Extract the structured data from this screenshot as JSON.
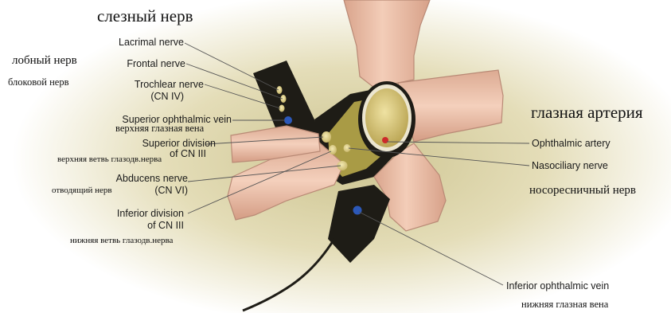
{
  "labels_en": {
    "lacrimal_nerve": "Lacrimal nerve",
    "frontal_nerve": "Frontal nerve",
    "trochlear_nerve_l1": "Trochlear nerve",
    "trochlear_nerve_l2": "(CN IV)",
    "superior_ophthalmic_vein": "Superior ophthalmic vein",
    "superior_division_l1": "Superior division",
    "superior_division_l2": "of CN III",
    "abducens_nerve_l1": "Abducens nerve",
    "abducens_nerve_l2": "(CN VI)",
    "inferior_division_l1": "Inferior division",
    "inferior_division_l2": "of CN III",
    "ophthalmic_artery": "Ophthalmic artery",
    "nasociliary_nerve": "Nasociliary nerve",
    "inferior_ophthalmic_vein": "Inferior ophthalmic vein"
  },
  "labels_ru": {
    "lacrimal": "слезный нерв",
    "frontal": "лобный нерв",
    "trochlear": "блоковой нерв",
    "superior_ophthalmic_vein": "верхняя глазная вена",
    "superior_division": "верхняя ветвь глазодв.нерва",
    "abducens": "отводящий нерв",
    "inferior_division": "нижняя ветвь глазодв.нерва",
    "ophthalmic_artery": "глазная артерия",
    "nasociliary": "носоресничный нерв",
    "inferior_ophthalmic_vein": "нижняя глазная вена"
  },
  "colors": {
    "muscle": "#ecc0a8",
    "muscle_edge": "#b98a76",
    "background_glow": "#d8cfa0",
    "nerve_fill": "#efe4a8",
    "vein": "#2c58b8",
    "artery": "#cc2a2a",
    "dark_tissue": "#1e1c16"
  }
}
